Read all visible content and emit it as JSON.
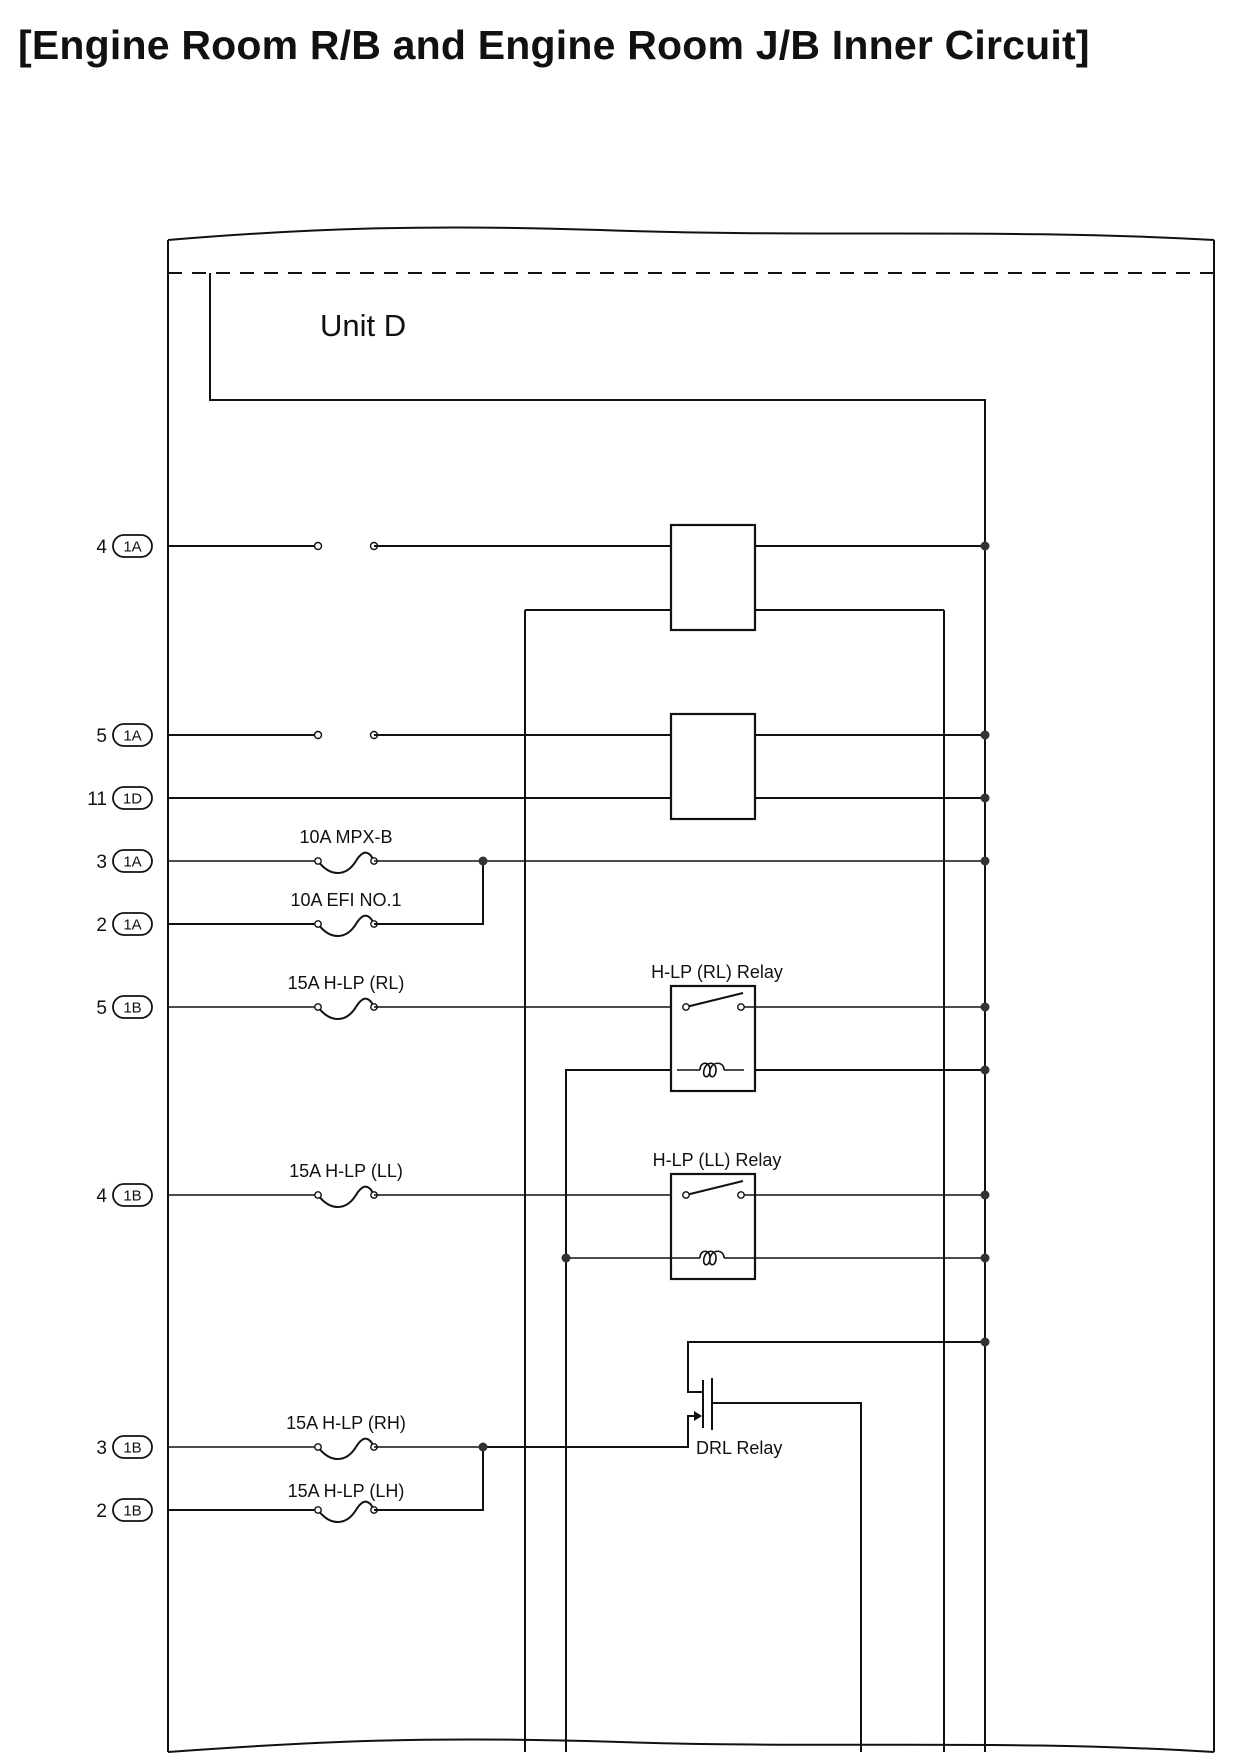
{
  "title": "[Engine Room R/B and Engine Room J/B Inner Circuit]",
  "unit_label": "Unit D",
  "connectors": [
    {
      "pin": "4",
      "id": "1A"
    },
    {
      "pin": "5",
      "id": "1A"
    },
    {
      "pin": "11",
      "id": "1D"
    },
    {
      "pin": "3",
      "id": "1A"
    },
    {
      "pin": "2",
      "id": "1A"
    },
    {
      "pin": "5",
      "id": "1B"
    },
    {
      "pin": "4",
      "id": "1B"
    },
    {
      "pin": "3",
      "id": "1B"
    },
    {
      "pin": "2",
      "id": "1B"
    }
  ],
  "fuses": [
    {
      "label": "10A MPX-B"
    },
    {
      "label": "10A EFI NO.1"
    },
    {
      "label": "15A H-LP (RL)"
    },
    {
      "label": "15A H-LP (LL)"
    },
    {
      "label": "15A H-LP (RH)"
    },
    {
      "label": "15A H-LP (LH)"
    }
  ],
  "relays": {
    "rl": "H-LP (RL) Relay",
    "ll": "H-LP (LL) Relay",
    "drl": "DRL Relay"
  },
  "colors": {
    "line": "#111111",
    "background": "#ffffff"
  }
}
